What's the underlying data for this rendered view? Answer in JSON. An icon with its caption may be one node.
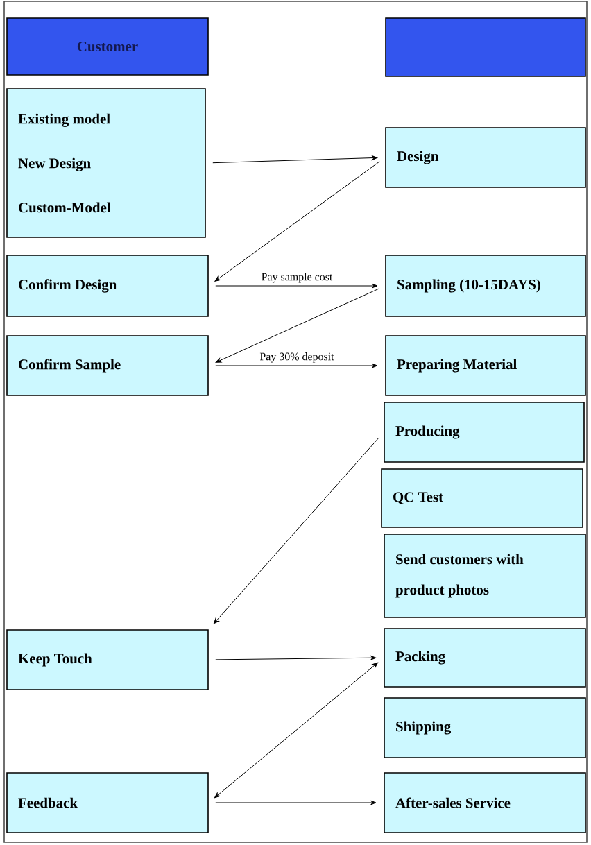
{
  "diagram": {
    "nodes": [
      {
        "text": [
          "Customer"
        ]
      },
      {
        "text": [],
        "shape": "box"
      },
      {
        "text": [
          "Existing model",
          "New Design",
          "Custom-Model"
        ]
      },
      {
        "text": [
          "Design"
        ]
      },
      {
        "text": [
          "Confirm Design"
        ]
      },
      {
        "text": [
          "Sampling (10-15DAYS)"
        ]
      },
      {
        "text": [
          "Confirm Sample"
        ]
      },
      {
        "text": [
          "Preparing Material"
        ]
      },
      {
        "text": [
          "Producing"
        ]
      },
      {
        "text": [
          "QC Test"
        ]
      },
      {
        "text": [
          "Send customers with product photos"
        ]
      },
      {
        "text": [
          "Keep Touch"
        ]
      },
      {
        "text": [
          "Packing"
        ]
      },
      {
        "text": [
          "Shipping"
        ]
      },
      {
        "text": [
          "Feedback"
        ]
      },
      {
        "text": [
          "After-sales Service"
        ]
      }
    ],
    "edges": [
      {
        "from": 2,
        "to": 3,
        "arrow": "to"
      },
      {
        "from": 3,
        "to": 4,
        "arrow": "to"
      },
      {
        "from": 4,
        "to": 5,
        "arrow": "to",
        "label": "Pay sample cost"
      },
      {
        "from": 5,
        "to": 6,
        "arrow": "to"
      },
      {
        "from": 6,
        "to": 7,
        "arrow": "to",
        "label": "Pay 30% deposit"
      },
      {
        "from": 8,
        "to": 11,
        "arrow": "to"
      },
      {
        "from": 11,
        "to": 12,
        "arrow": "to"
      },
      {
        "from": 12,
        "to": 14,
        "arrow": "both"
      },
      {
        "from": 14,
        "to": 15,
        "arrow": "to"
      }
    ]
  }
}
